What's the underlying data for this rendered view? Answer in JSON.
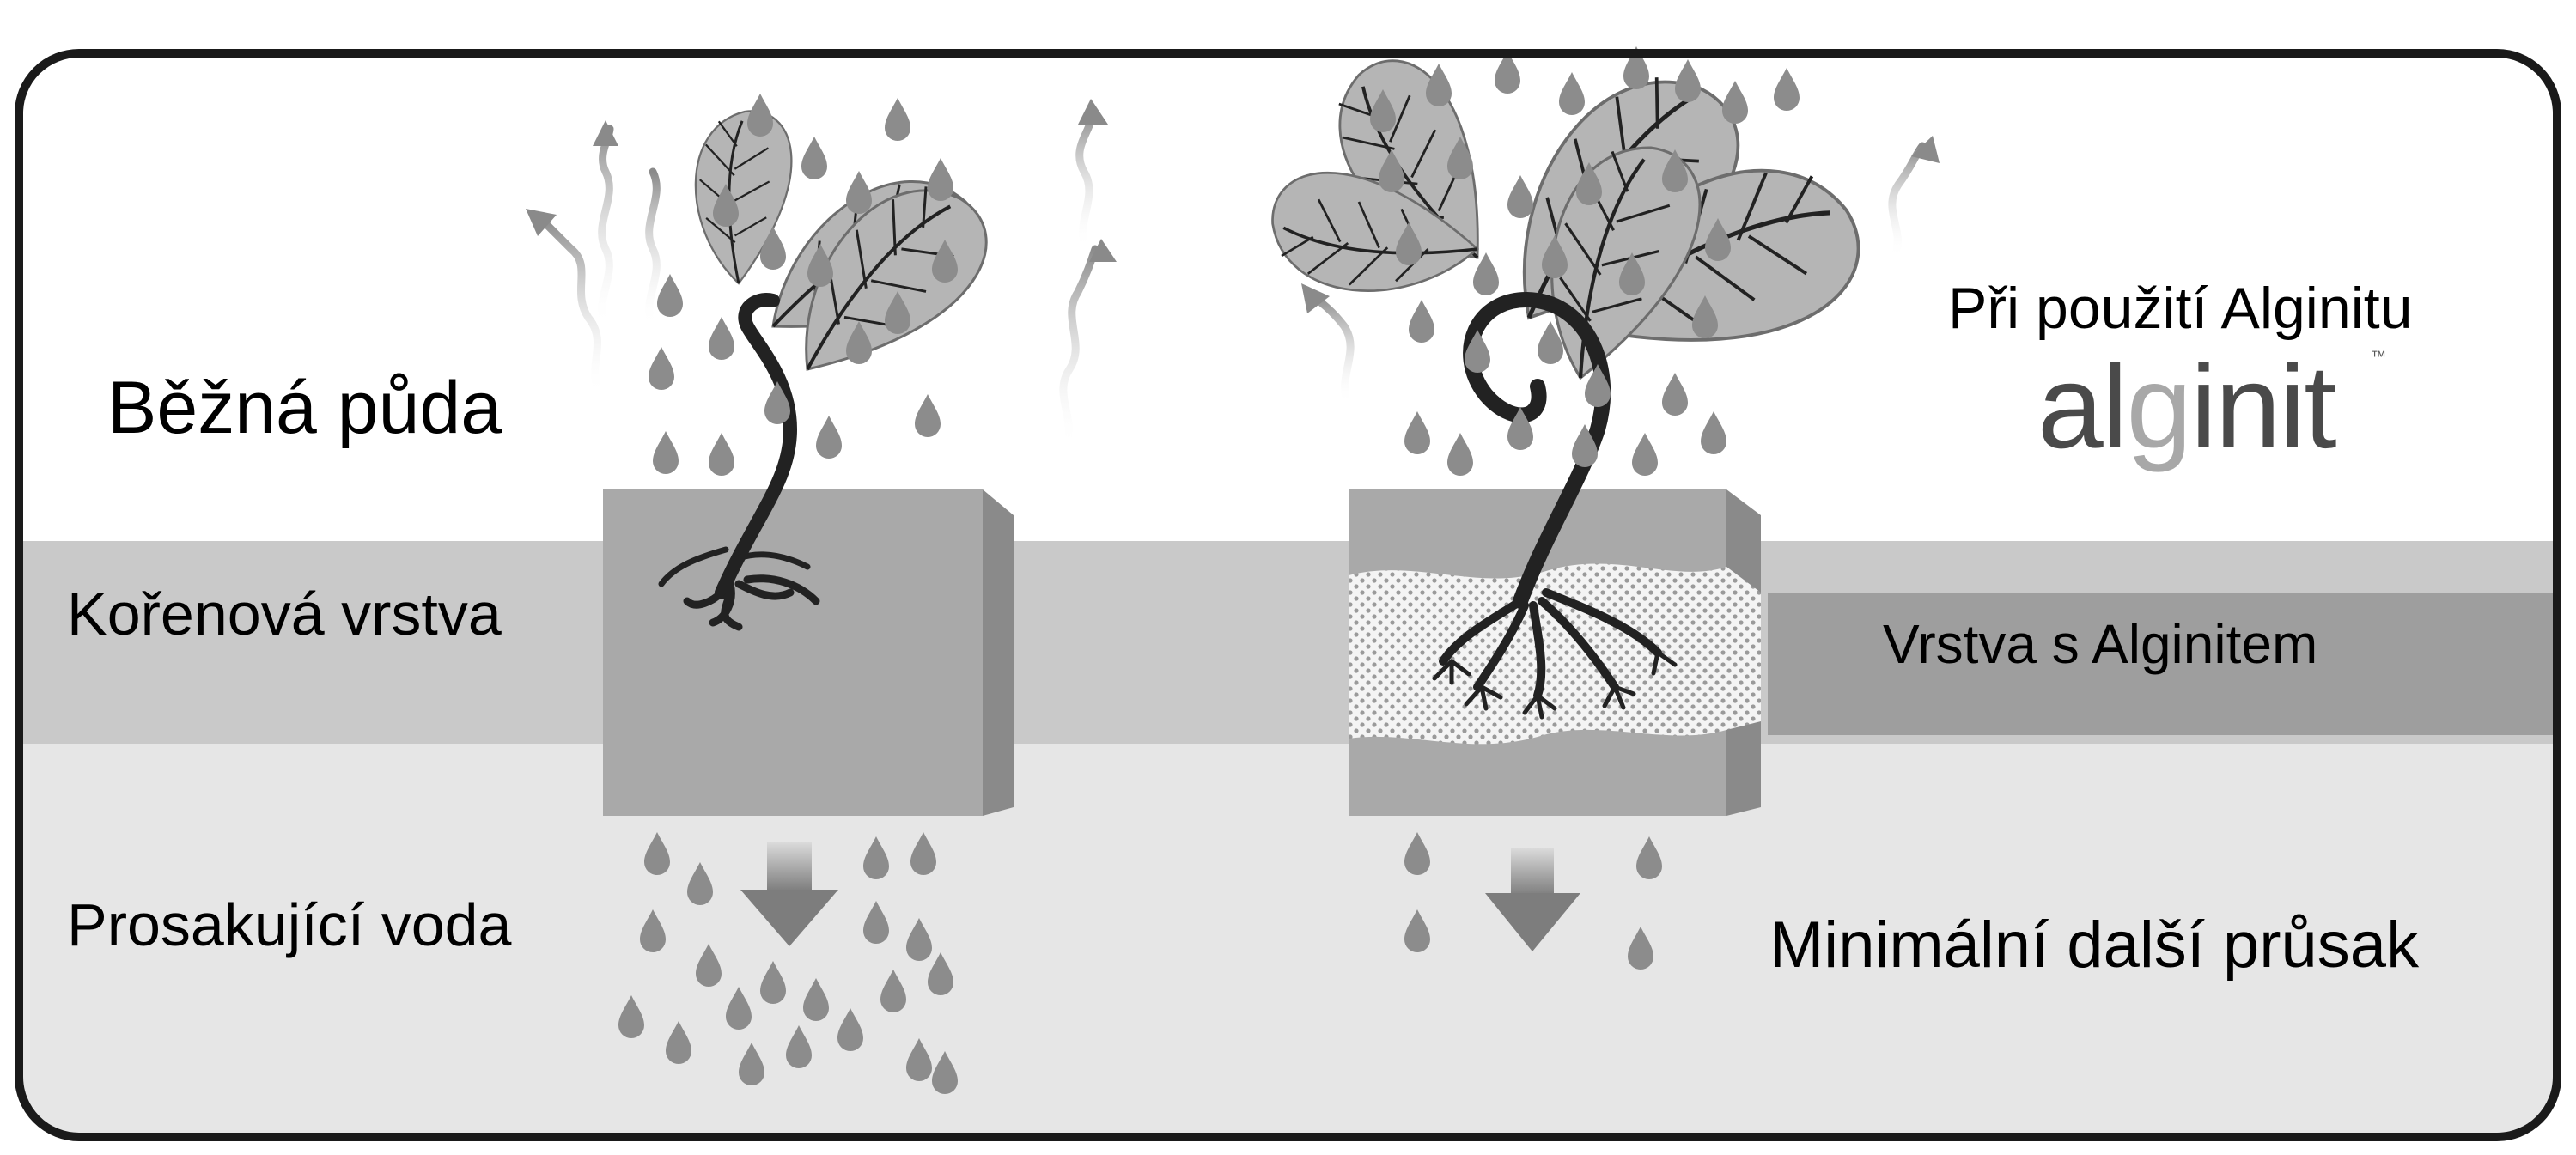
{
  "labels": {
    "normal_soil": "Běžná půda",
    "root_layer": "Kořenová vrstva",
    "seepage_water": "Prosakující voda",
    "with_alginit": "Při použití Alginitu",
    "alginit_layer": "Vrstva s Alginitem",
    "minimal_seepage": "Minimální další průsak"
  },
  "logo": {
    "part1": "al",
    "part2": "g",
    "part3": "init",
    "tm": "™"
  },
  "colors": {
    "frame": "#1a1a1a",
    "root_band": "#c9c9c9",
    "lower_band": "#e6e6e6",
    "soil_block": "#a9a9a9",
    "alginit_band": "#9e9e9e",
    "leaf": "#b5b5b5",
    "drop": "#8c8c8c",
    "plant": "#222222"
  },
  "icons": [
    "water-drop-icon",
    "evaporation-arrow-icon",
    "down-arrow-icon",
    "plant-icon",
    "soil-block-icon"
  ]
}
